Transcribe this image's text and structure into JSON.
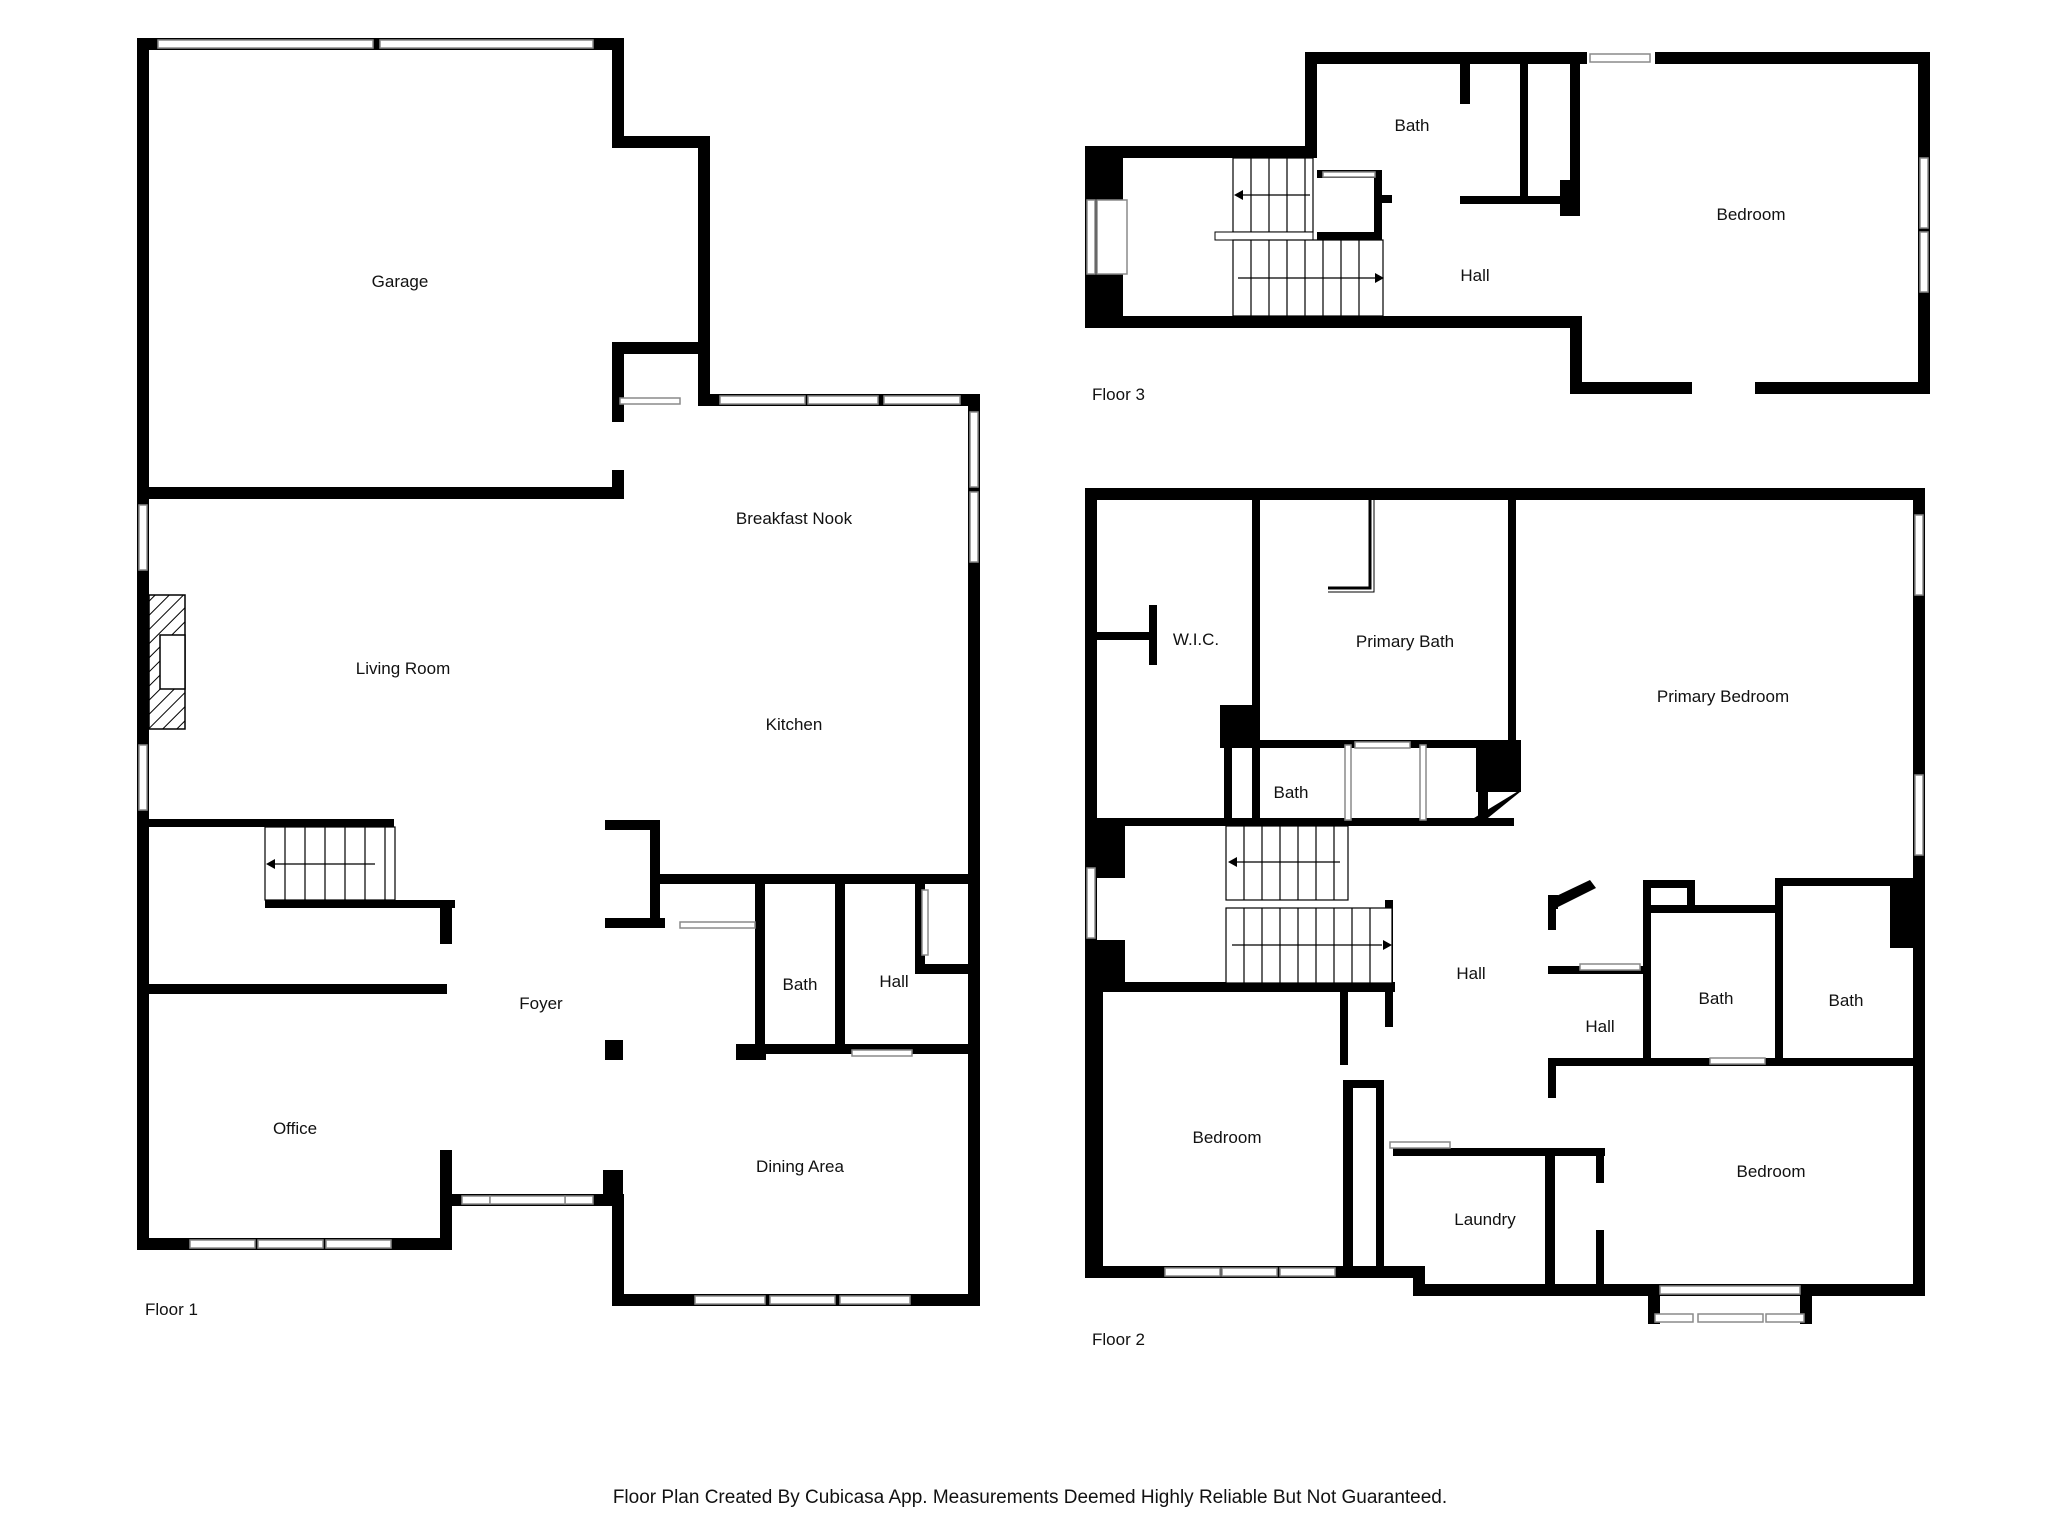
{
  "floors": {
    "floor1": {
      "label": "Floor 1",
      "rooms": {
        "garage": "Garage",
        "breakfast_nook": "Breakfast Nook",
        "living_room": "Living Room",
        "kitchen": "Kitchen",
        "foyer": "Foyer",
        "bath": "Bath",
        "hall": "Hall",
        "office": "Office",
        "dining_area": "Dining Area"
      }
    },
    "floor2": {
      "label": "Floor 2",
      "rooms": {
        "wic": "W.I.C.",
        "primary_bath": "Primary Bath",
        "primary_bedroom": "Primary Bedroom",
        "bath_small": "Bath",
        "hall": "Hall",
        "hall_small": "Hall",
        "bath_center": "Bath",
        "bath_right": "Bath",
        "bedroom_left": "Bedroom",
        "bedroom_right": "Bedroom",
        "laundry": "Laundry"
      }
    },
    "floor3": {
      "label": "Floor 3",
      "rooms": {
        "bath": "Bath",
        "bedroom": "Bedroom",
        "hall": "Hall"
      }
    }
  },
  "footer": "Floor Plan Created By Cubicasa App. Measurements Deemed Highly Reliable But Not Guaranteed.",
  "colors": {
    "wall": "#000000",
    "background": "#ffffff",
    "window": "#ffffff"
  }
}
